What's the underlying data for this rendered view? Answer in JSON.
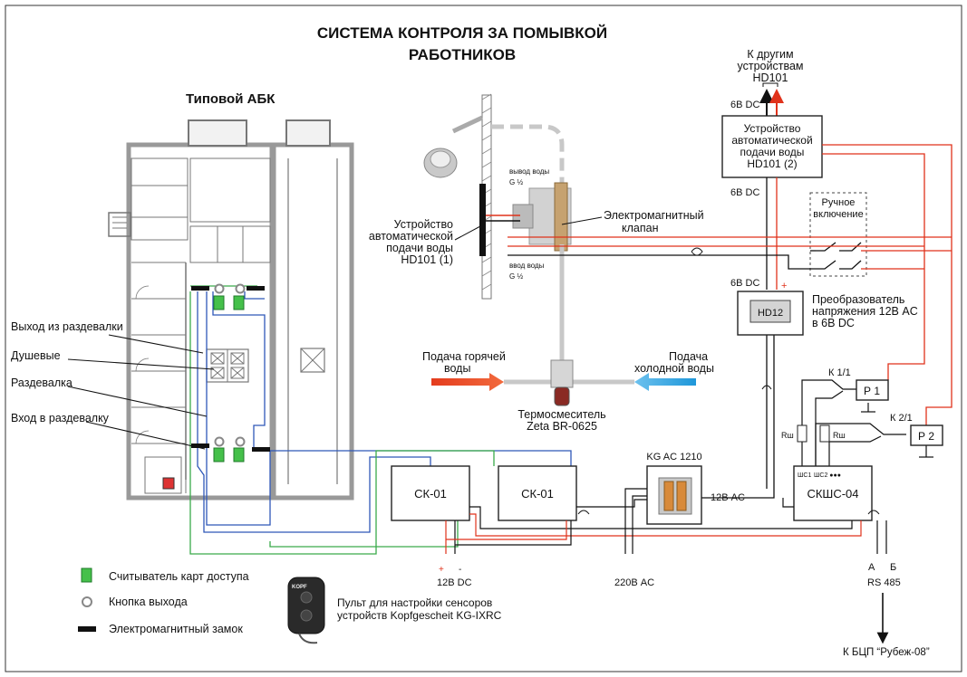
{
  "title": {
    "line1": "СИСТЕМА КОНТРОЛЯ ЗА ПОМЫВКОЙ",
    "line2": "РАБОТНИКОВ"
  },
  "plan": {
    "title": "Типовой АБК",
    "callouts": [
      "Выход из раздевалки",
      "Душевые",
      "Раздевалка",
      "Вход в раздевалку"
    ]
  },
  "legend": [
    {
      "label": "Считыватель карт доступа",
      "icon": "card-reader-icon"
    },
    {
      "label": "Кнопка выхода",
      "icon": "exit-button-icon"
    },
    {
      "label": "Электромагнитный замок",
      "icon": "magnetic-lock-icon"
    }
  ],
  "remote": {
    "line1": "Пульт для настройки сенсоров",
    "line2": "устройств Kopfgescheit KG-IXRC",
    "brand": "KOPF"
  },
  "shower": {
    "device1": [
      "Устройство",
      "автоматической",
      "подачи воды",
      "HD101 (1)"
    ],
    "valve": [
      "Электромагнитный",
      "клапан"
    ],
    "out": [
      "вывод воды",
      "G ½"
    ],
    "in": [
      "ввод воды",
      "G ½"
    ],
    "hot": [
      "Подача горячей",
      "воды"
    ],
    "cold": [
      "Подача",
      "холодной воды"
    ],
    "mixer": [
      "Термосмеситель",
      "Zeta BR-0625"
    ]
  },
  "upper": {
    "other": [
      "К другим",
      "устройствам",
      "HD101"
    ],
    "v6a": "6В DC",
    "device2": [
      "Устройство",
      "автоматической",
      "подачи воды",
      "HD101 (2)"
    ],
    "v6b": "6В DC",
    "manual": [
      "Ручное",
      "включение"
    ],
    "v6c": "6В DC",
    "minus": "-",
    "plus": "+",
    "hd12": "HD12",
    "converter": [
      "Преобразователь",
      "напряжения 12В AC",
      "в 6В DC"
    ]
  },
  "relays": {
    "k11": "К 1/1",
    "k21": "К 2/1",
    "p1": "Р 1",
    "p2": "Р 2",
    "rsh": "Rш"
  },
  "bottom": {
    "ck1": "СК-01",
    "ck2": "СК-01",
    "kg_title": "KG AC 1210",
    "v12ac": "12В AC",
    "skshc": "СКШС-04",
    "sh1": "ШС1",
    "sh2": "ШС2 ●●●",
    "dc12": "12В DC",
    "ac220": "220В AC",
    "a": "А",
    "b": "Б",
    "rs485": "RS 485",
    "bcp": "К БЦП “Рубеж-08”",
    "plus": "+",
    "minus": "-"
  }
}
